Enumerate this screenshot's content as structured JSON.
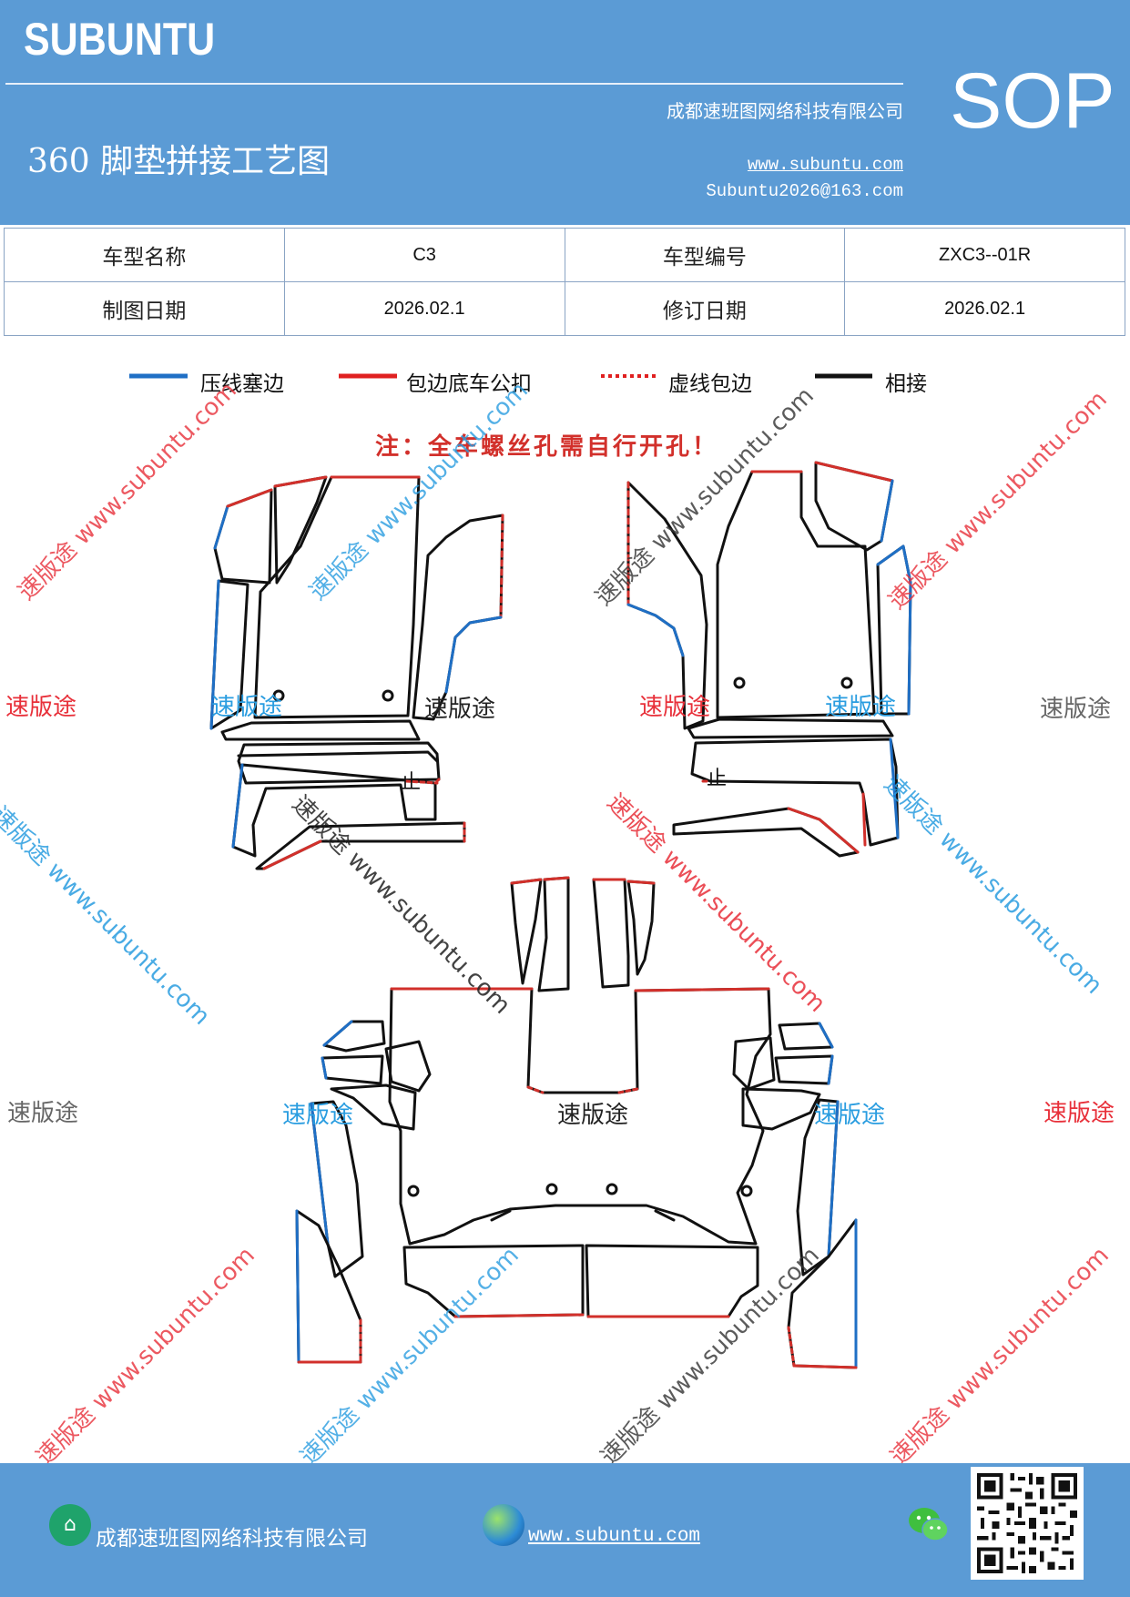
{
  "header": {
    "logo": "SUBUNTU",
    "company": "成都速班图网络科技有限公司",
    "title": "360 脚垫拼接工艺图",
    "website": "www.subuntu.com",
    "email": "Subuntu2026@163.com",
    "badge": "SOP"
  },
  "info_table": {
    "row1": {
      "label1": "车型名称",
      "value1": "C3",
      "label2": "车型编号",
      "value2": "ZXC3--01R"
    },
    "row2": {
      "label1": "制图日期",
      "value1": "2026.02.1",
      "label2": "修订日期",
      "value2": "2026.02.1"
    }
  },
  "legend": [
    {
      "label": "压线塞边",
      "color": "#1f6fc5",
      "style": "solid"
    },
    {
      "label": "包边底车公扣",
      "color": "#e02020",
      "style": "solid"
    },
    {
      "label": "虚线包边",
      "color": "#e02020",
      "style": "dotted"
    },
    {
      "label": "相接",
      "color": "#111111",
      "style": "solid"
    }
  ],
  "note": "注：全车螺丝孔需自行开孔！",
  "diagram": {
    "mark_left": "止",
    "mark_right": "止"
  },
  "watermarks": {
    "brand": "速版途",
    "diagonal": "速版途 www.subuntu.com",
    "colors": {
      "red": "#e8303a",
      "blue": "#2a9de0",
      "gray": "#666666",
      "black": "#222222"
    }
  },
  "footer": {
    "company": "成都速班图网络科技有限公司",
    "website": "www.subuntu.com",
    "icons": [
      "company-icon",
      "globe-icon",
      "wechat-icon",
      "qr-code"
    ]
  }
}
